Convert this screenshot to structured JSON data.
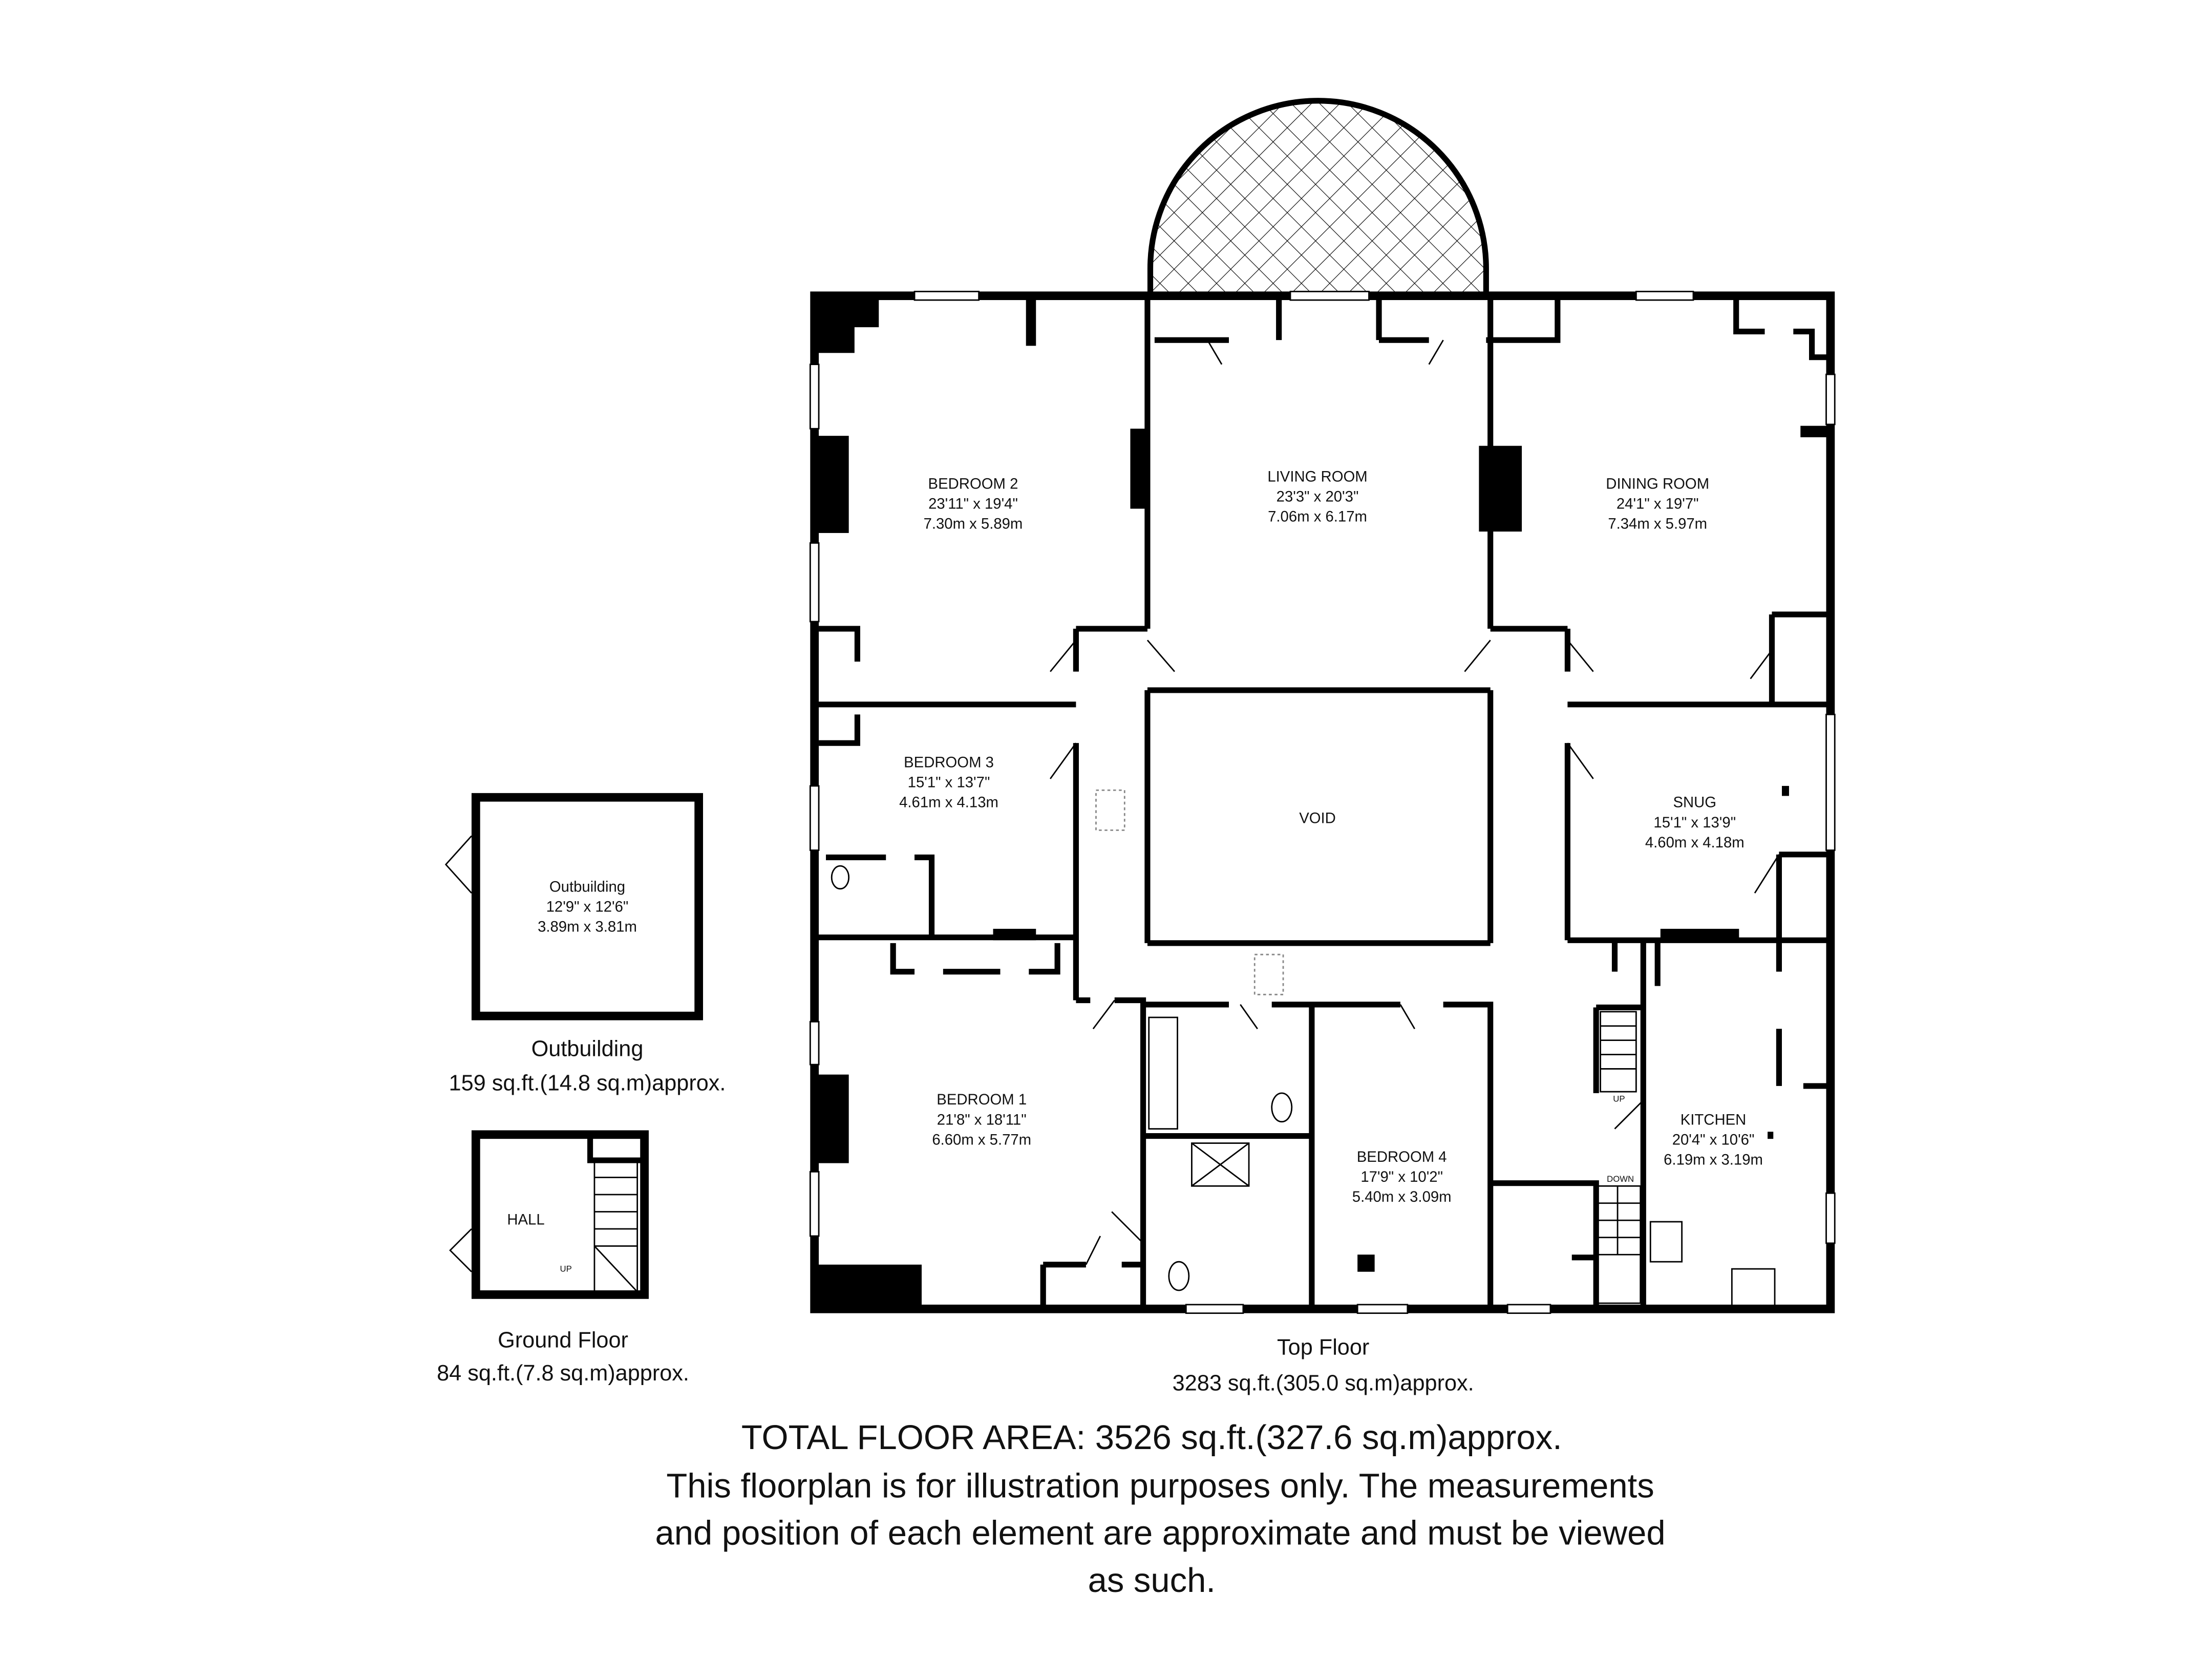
{
  "rooms": {
    "bedroom2": {
      "name": "BEDROOM 2",
      "imperial": "23'11\" x 19'4\"",
      "metric": "7.30m x 5.89m"
    },
    "living": {
      "name": "LIVING ROOM",
      "imperial": "23'3\" x 20'3\"",
      "metric": "7.06m x 6.17m"
    },
    "dining": {
      "name": "DINING ROOM",
      "imperial": "24'1\" x 19'7\"",
      "metric": "7.34m x 5.97m"
    },
    "bedroom3": {
      "name": "BEDROOM 3",
      "imperial": "15'1\" x 13'7\"",
      "metric": "4.61m x 4.13m"
    },
    "void": {
      "name": "VOID"
    },
    "snug": {
      "name": "SNUG",
      "imperial": "15'1\" x 13'9\"",
      "metric": "4.60m x 4.18m"
    },
    "bedroom1": {
      "name": "BEDROOM 1",
      "imperial": "21'8\" x 18'11\"",
      "metric": "6.60m x 5.77m"
    },
    "bedroom4": {
      "name": "BEDROOM 4",
      "imperial": "17'9\" x 10'2\"",
      "metric": "5.40m x 3.09m"
    },
    "kitchen": {
      "name": "KITCHEN",
      "imperial": "20'4\" x 10'6\"",
      "metric": "6.19m x 3.19m"
    },
    "outbuilding": {
      "name": "Outbuilding",
      "imperial": "12'9\" x 12'6\"",
      "metric": "3.89m x 3.81m"
    },
    "hall": {
      "name": "HALL"
    }
  },
  "stairs": {
    "up": "UP",
    "down": "DOWN"
  },
  "floors": {
    "outbuilding": {
      "title": "Outbuilding",
      "area": "159 sq.ft.(14.8 sq.m)approx."
    },
    "ground": {
      "title": "Ground Floor",
      "area": "84 sq.ft.(7.8 sq.m)approx."
    },
    "top": {
      "title": "Top Floor",
      "area": "3283 sq.ft.(305.0 sq.m)approx."
    }
  },
  "footer": {
    "total": "TOTAL FLOOR AREA: 3526 sq.ft.(327.6 sq.m)approx.",
    "disclaimer1": "This floorplan is for illustration purposes only. The measurements",
    "disclaimer2": "and position of each element are approximate and must be viewed",
    "disclaimer3": "as such."
  }
}
